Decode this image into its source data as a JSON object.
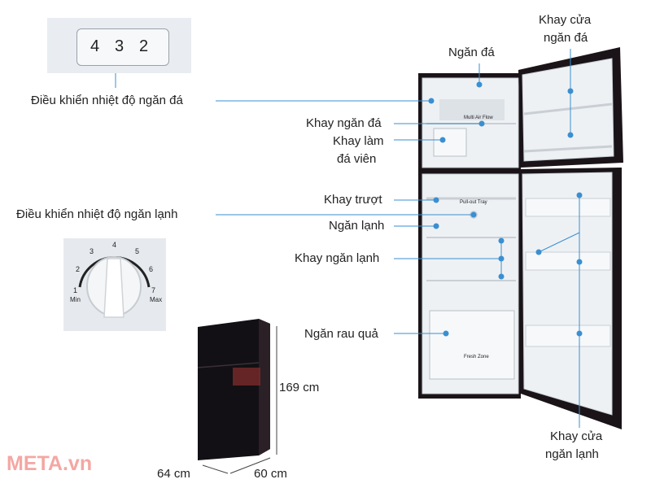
{
  "labels": {
    "freezer_temp_control": "Điều khiển nhiệt độ ngăn đá",
    "fridge_temp_control": "Điều  khiển nhiệt độ ngăn lạnh",
    "freezer": "Ngăn đá",
    "freezer_shelf": "Khay ngăn đá",
    "ice_tray_line1": "Khay làm",
    "ice_tray_line2": "đá viên",
    "slide_tray": "Khay trượt",
    "fridge": "Ngăn lạnh",
    "fridge_shelf": "Khay ngăn lạnh",
    "crisper": "Ngăn rau quả",
    "freezer_door_tray_line1": "Khay cửa",
    "freezer_door_tray_line2": "ngăn đá",
    "fridge_door_tray_line1": "Khay cửa",
    "fridge_door_tray_line2": "ngăn lạnh"
  },
  "dial_numbers": [
    "4",
    "3",
    "2"
  ],
  "knob": {
    "numbers": [
      "1",
      "2",
      "3",
      "4",
      "5",
      "6",
      "7"
    ],
    "min_label": "Min",
    "max_label": "Max"
  },
  "dimensions": {
    "height": "169 cm",
    "width": "64 cm",
    "depth": "60 cm"
  },
  "panel_text": {
    "multi_air_flow": "Multi Air Flow",
    "pull_out_tray": "Pull-out Tray",
    "fresh_zone": "Fresh Zone"
  },
  "brand": "META.vn",
  "colors": {
    "leader_line": "#3a8fd0",
    "dot": "#3a8fd0",
    "fridge_body": "#1a1418",
    "interior": "#eef1f4",
    "brand": "#f4a7a3"
  }
}
